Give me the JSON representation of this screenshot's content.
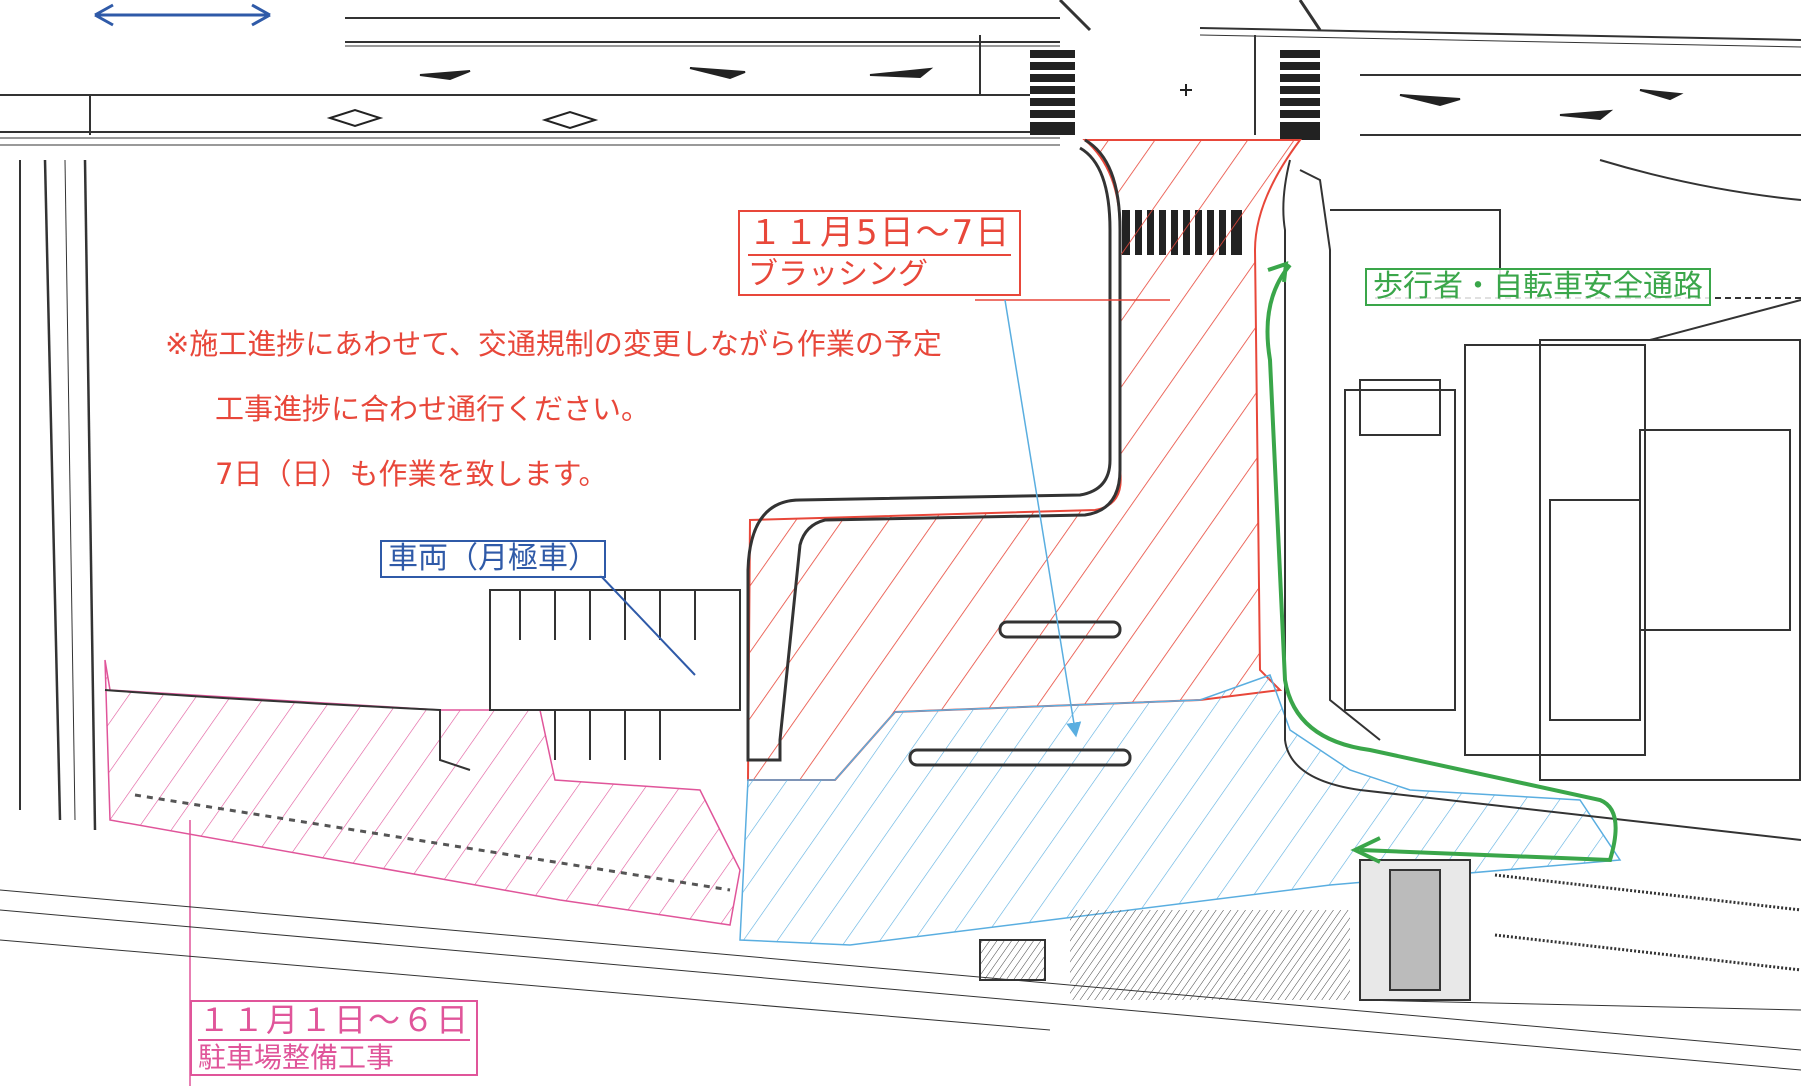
{
  "zones": {
    "flushing": {
      "date_label": "１１月5日～7日",
      "name_label": "ブラッシング",
      "color": "#e8473a"
    },
    "parking": {
      "date_label": "１１月１日～６日",
      "name_label": "駐車場整備工事",
      "color": "#e0559a"
    },
    "blue_area": {
      "color": "#5aaee0"
    }
  },
  "notices": [
    "※施工進捗にあわせて、交通規制の変更しながら作業の予定",
    "工事進捗に合わせ通行ください。",
    "7日（日）も作業を致します。"
  ],
  "labels": {
    "vehicle": "車両（月極車）",
    "safe_path": "歩行者・自転車安全通路"
  },
  "colors": {
    "notice": "#e8473a",
    "vehicle": "#2f5aa8",
    "safe_path": "#3aa64a",
    "linework": "#333333"
  }
}
